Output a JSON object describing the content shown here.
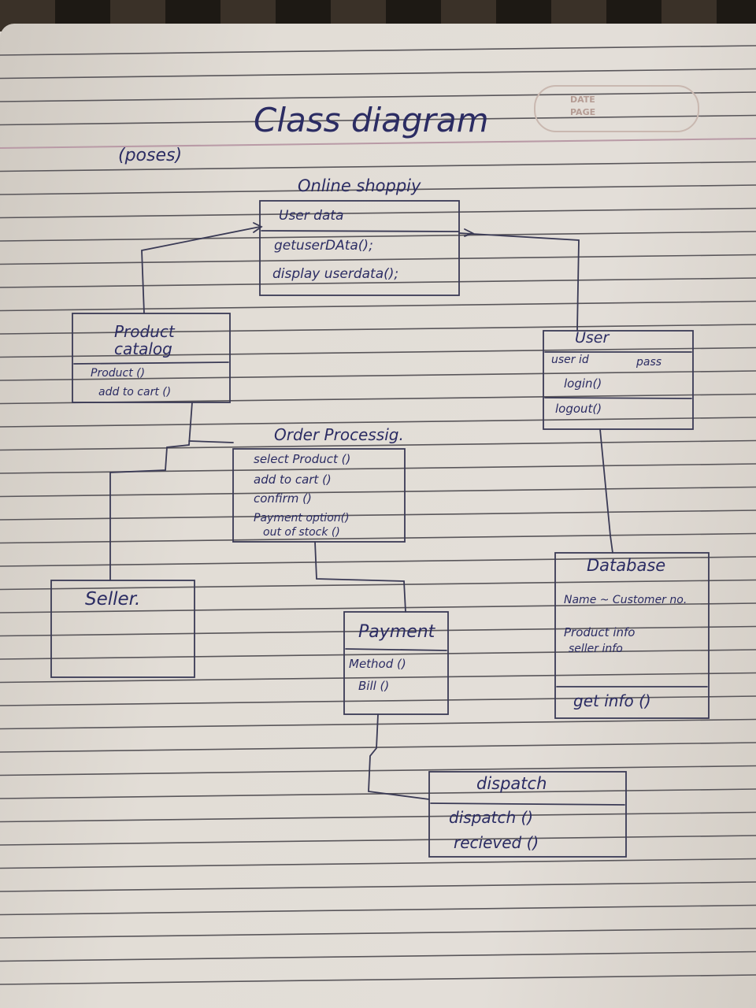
{
  "notebook": {
    "stamp_date": "DATE",
    "stamp_page": "PAGE"
  },
  "diagram": {
    "title": "Class diagram",
    "note": "(poses)",
    "classes": [
      {
        "id": "online-shopping",
        "name": "Online shoppiy",
        "attributes": [
          "User data"
        ],
        "methods": [
          "getuserDAta();",
          "display userdata();"
        ]
      },
      {
        "id": "product-catalog",
        "name": "Product catalog",
        "methods": [
          "Product ()",
          "add to cart ()"
        ]
      },
      {
        "id": "user",
        "name": "User",
        "attributes": [
          "user id",
          "pass"
        ],
        "methods": [
          "login()",
          "logout()"
        ]
      },
      {
        "id": "order-processing",
        "name": "Order Processig.",
        "methods": [
          "select Product ()",
          "add to cart ()",
          "confirm ()",
          "Payment option()",
          "out of stock ()"
        ]
      },
      {
        "id": "seller",
        "name": "Seller."
      },
      {
        "id": "database",
        "name": "Database",
        "attributes": [
          "Name ~ Customer no.",
          "Product info",
          "seller info"
        ],
        "methods": [
          "get info ()"
        ]
      },
      {
        "id": "payment",
        "name": "Payment",
        "methods": [
          "Method ()",
          "Bill ()"
        ]
      },
      {
        "id": "dispatch",
        "name": "dispatch",
        "methods": [
          "dispatch ()",
          "recieved ()"
        ]
      }
    ]
  }
}
